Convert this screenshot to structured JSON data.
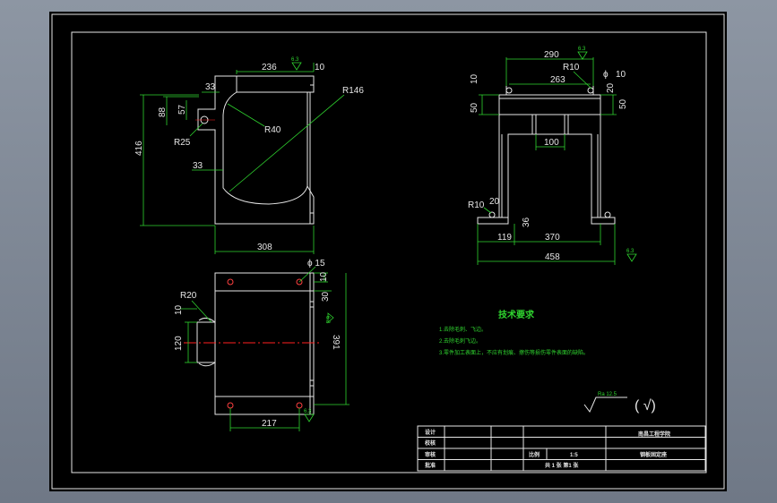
{
  "colors": {
    "background": "#000000",
    "outline": "#e6e6e6",
    "dimension": "#2fd42f",
    "centerline": "#ff2020",
    "holes": "#ff4040",
    "outer_frame": "#8d96a3"
  },
  "side_view": {
    "dims": {
      "d236": "236",
      "d10": "10",
      "d33a": "33",
      "d88": "88",
      "d57": "57",
      "dR25": "R25",
      "dR40": "R40",
      "dR146": "R146",
      "d416": "416",
      "d33b": "33",
      "d308": "308",
      "d63": "6.3"
    }
  },
  "front_view": {
    "dims": {
      "d290": "290",
      "dR10": "R10",
      "d263": "263",
      "dphi": "ϕ",
      "d10a": "10",
      "d10b": "10",
      "d20": "20",
      "d50a": "50",
      "d50b": "50",
      "d100": "100",
      "dR10b": "R10",
      "d20b": "20",
      "d36": "36",
      "d119": "119",
      "d370": "370",
      "d458": "458",
      "d63a": "6.3",
      "d63b": "6.3"
    }
  },
  "top_view": {
    "dims": {
      "dphi15": "ϕ 15",
      "d10": "10",
      "d30": "30",
      "dR20": "R20",
      "d10b": "10",
      "d120": "120",
      "d391": "391",
      "d217": "217",
      "d63": "6.3",
      "d63b": "6.3"
    }
  },
  "tech_req": {
    "title": "技术要求",
    "items": [
      "1.去除毛刺、飞边。",
      "2.去除毛刺飞边。",
      "3.零件加工表面上，不应有划痕、擦伤等损伤零件表面的缺陷。"
    ]
  },
  "roughness": {
    "value": "Ra 12.5",
    "bracket": "( √)"
  },
  "title_block": {
    "rows": [
      "设计",
      "校核",
      "审核",
      "批准"
    ],
    "scale_label": "比例",
    "scale_value": "1:5",
    "sheet": "共 1 张 第1 张",
    "school": "南昌工程学院",
    "part": "钢板固定座"
  }
}
